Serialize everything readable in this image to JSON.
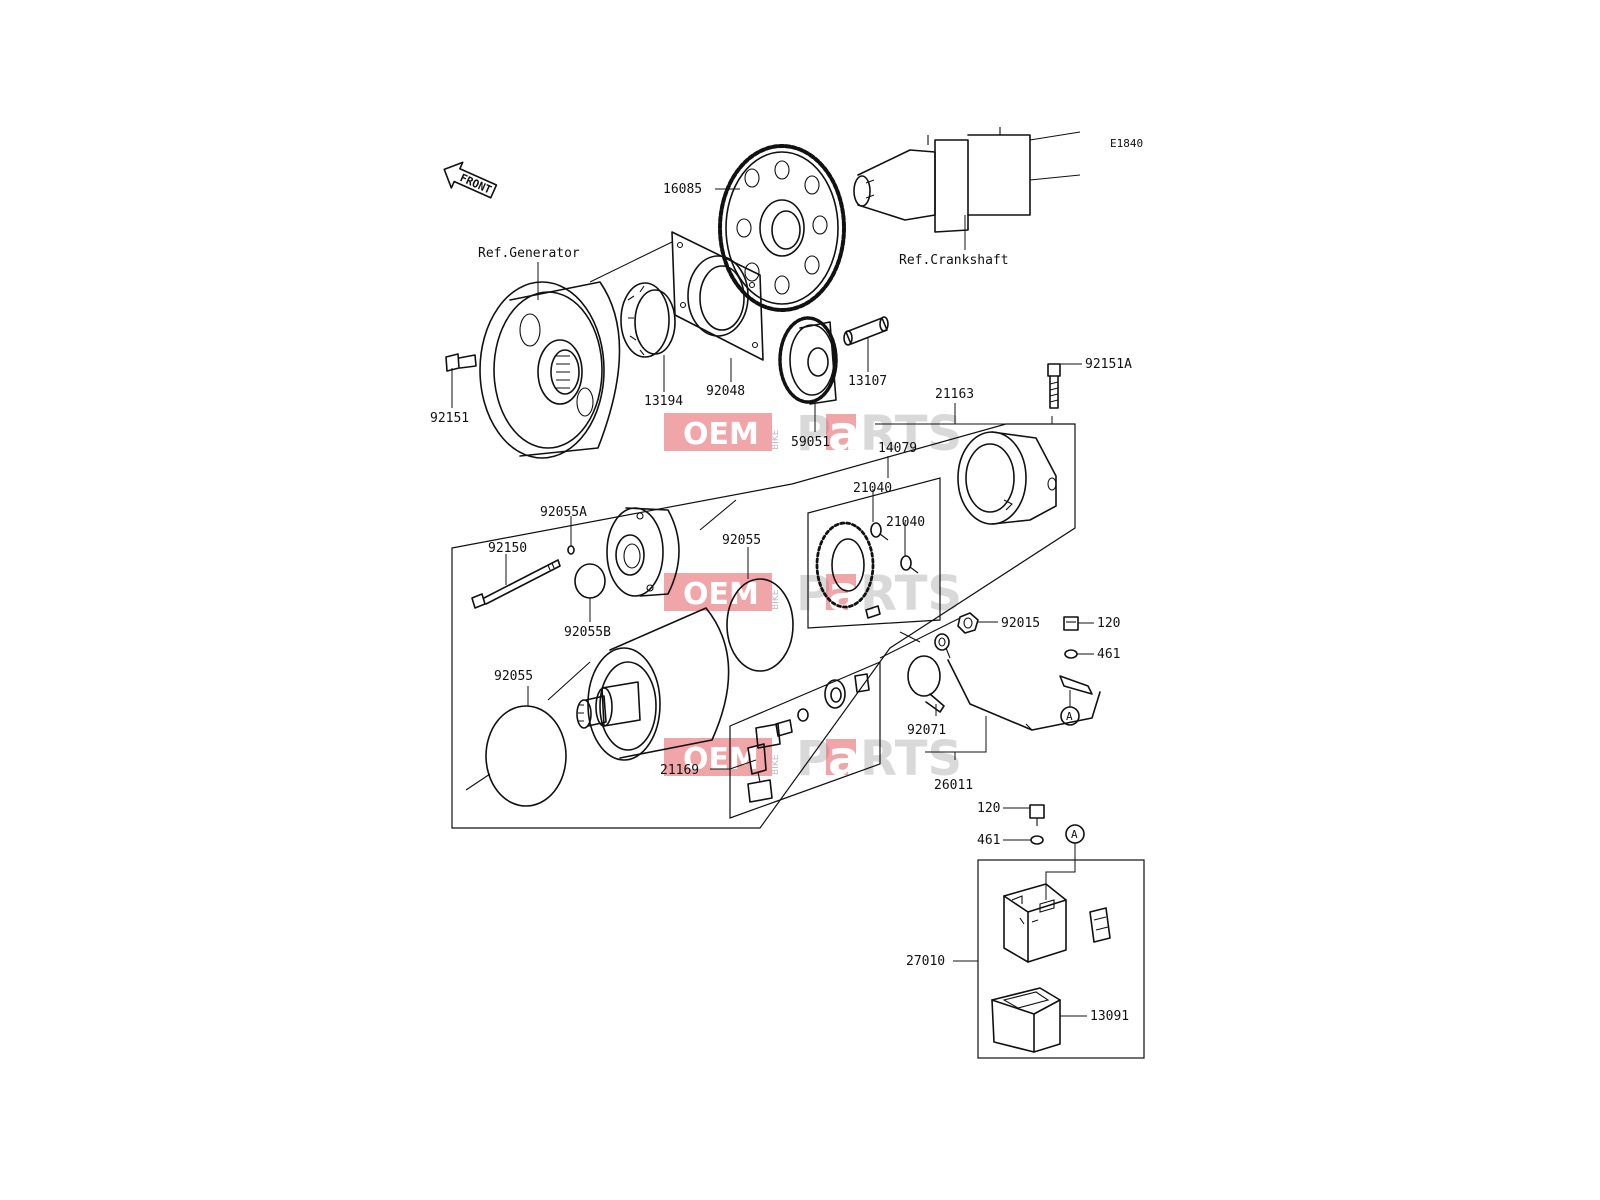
{
  "diagram_code": "E1840",
  "front_label": "FRONT",
  "refs": {
    "generator": "Ref.Generator",
    "crankshaft": "Ref.Crankshaft"
  },
  "connector_marker": "A",
  "watermark": {
    "oem": "OEM",
    "bike": "BIKE",
    "p": "P",
    "a": "a",
    "rts": "RTS"
  },
  "parts": [
    {
      "id": "16085"
    },
    {
      "id": "92048"
    },
    {
      "id": "13194"
    },
    {
      "id": "92151"
    },
    {
      "id": "13107"
    },
    {
      "id": "59051"
    },
    {
      "id": "92151A"
    },
    {
      "id": "21163"
    },
    {
      "id": "14079"
    },
    {
      "id": "21040"
    },
    {
      "id": "21040"
    },
    {
      "id": "92055A"
    },
    {
      "id": "92150"
    },
    {
      "id": "92055B"
    },
    {
      "id": "92055"
    },
    {
      "id": "92055"
    },
    {
      "id": "92015"
    },
    {
      "id": "120"
    },
    {
      "id": "461"
    },
    {
      "id": "92071"
    },
    {
      "id": "26011"
    },
    {
      "id": "21169"
    },
    {
      "id": "120"
    },
    {
      "id": "461"
    },
    {
      "id": "27010"
    },
    {
      "id": "13091"
    }
  ]
}
